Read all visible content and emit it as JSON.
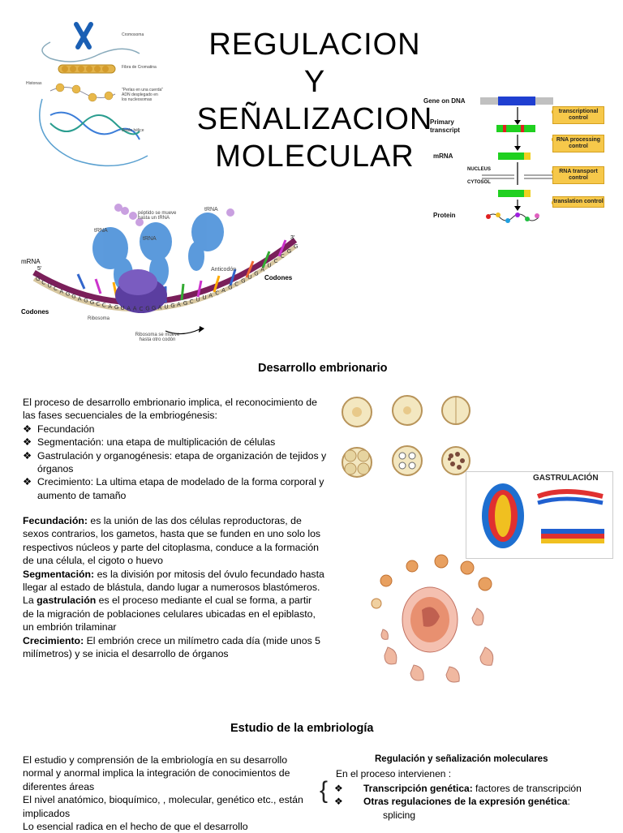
{
  "title_lines": [
    "REGULACION",
    "Y",
    "SEÑALIZACION",
    "MOLECULAR"
  ],
  "chromosome_labels": {
    "cromosoma": "Cromosoma",
    "fibra": "Fibra de Cromatina",
    "histonas": "Histonas",
    "perlas": "\"Perlas en una cuerda\" ADN desplegado en los nucleosomas",
    "doble_helice": "Doble hélice"
  },
  "gene_flow": {
    "gene_on_dna": "Gene on DNA",
    "primary_transcript": "Primary transcript",
    "mrna": "mRNA",
    "nucleus": "NUCLEUS",
    "cytosol": "CYTOSOL",
    "protein": "Protein",
    "controls": [
      "transcriptional control",
      "RNA processing control",
      "RNA transport control",
      "translation control"
    ]
  },
  "translation_labels": {
    "peptido": "péptido se mueve hasta un tRNA",
    "trna1": "tRNA",
    "trna2": "tRNA",
    "trna3": "tRNA",
    "mrna": "mRNA",
    "five_prime": "5'",
    "three_prime": "3'",
    "anticodon": "Anticodón",
    "codones_right": "Codones",
    "codones_left": "Codones",
    "ribosoma": "Ribosoma",
    "ribosoma_mueve": "Ribosoma se mueve hasta otro codón",
    "sequence": "GCUCAGGAGGCCAGUAACGGAUGAGCUUACAGCGUGAUCCGG"
  },
  "embryo_figures": {
    "gastrulacion_title": "GASTRULACIÓN"
  },
  "section1": {
    "heading": "Desarrollo embrionario",
    "intro": "El proceso de desarrollo embrionario implica, el reconocimiento de las fases secuenciales de la embriogénesis:",
    "bullets": [
      "Fecundación",
      "Segmentación: una etapa de multiplicación de células",
      "Gastrulación y organogénesis: etapa  de organización de tejidos y órganos",
      "Crecimiento: La  ultima etapa de modelado de la forma corporal y aumento de tamaño"
    ],
    "bullet_marker": "❖",
    "p1_term": "Fecundación:",
    "p1_text": " es la unión de las dos células reproductoras, de sexos contrarios, los gametos, hasta que se funden en uno solo los respectivos núcleos y parte del citoplasma, conduce a la formación de una célula, el cigoto o huevo",
    "p2_term": "Segmentación:",
    "p2_text": " es la división por mitosis del óvulo fecundado hasta llegar al estado de blástula, dando lugar a numerosos blastómeros.",
    "p3_pre": "La ",
    "p3_term": "gastrulación",
    "p3_text": " es el proceso mediante el cual se forma, a partir de la migración de poblaciones celulares ubicadas en el epiblasto, un embrión trilaminar",
    "p4_term": "Crecimiento:",
    "p4_text": " El embrión crece un milímetro cada día (mide unos 5 milímetros) y se inicia el desarrollo de órganos"
  },
  "section2": {
    "heading": "Estudio de la embriología",
    "p1": "El estudio y comprensión  de la embriología en su desarrollo normal y anormal implica la integración de conocimientos de diferentes áreas",
    "p2": "El nivel anatómico, bioquímico, , molecular, genético etc., están implicados",
    "p3": "Lo esencial radica  en el hecho de que el desarrollo"
  },
  "section3": {
    "heading": "Regulación y señalización moleculares",
    "intro": "En el proceso intervienen :",
    "b1_term": "Transcripción genética:",
    "b1_text": " factores de transcripción",
    "b2_term": "Otras regulaciones de la expresión genética",
    "b2_text": ":",
    "sub": "splicing"
  }
}
